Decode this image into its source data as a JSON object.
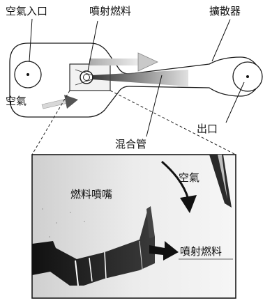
{
  "labels": {
    "air_inlet": "空氣入口",
    "fuel_jet_top": "噴射燃料",
    "diffuser": "擴散器",
    "air_top": "空氣",
    "mixing_tube": "混合管",
    "outlet": "出口",
    "air_inset": "空氣",
    "fuel_nozzle": "燃料噴嘴",
    "fuel_jet_inset": "噴射燃料"
  }
}
